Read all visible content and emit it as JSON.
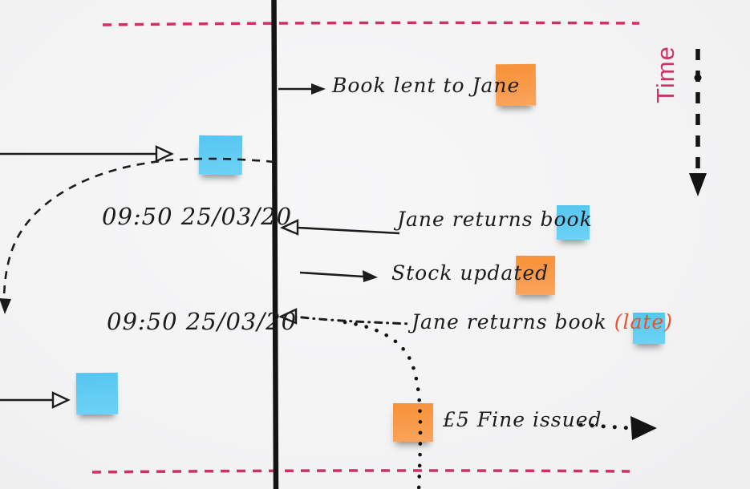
{
  "board": {
    "type": "whiteboard-timeline-diagram",
    "background_color": "#f4f4f5",
    "ink_color": "#1c1c1c",
    "accent_pink": "#d23063",
    "late_text_color": "#e8512d",
    "sticky_blue_color": "#5cc9f1",
    "sticky_orange_color": "#f89b4a"
  },
  "timeline": {
    "axis_label": "Time",
    "axis_direction_icon": "dashed-down-arrow",
    "boundaries": "pink dashed horizontal lines top and bottom"
  },
  "labels": {
    "book_lent": "Book lent to Jane",
    "timestamp_1": "09:50 25/03/20",
    "jane_returns": "Jane returns book",
    "stock_updated": "Stock updated",
    "timestamp_2": "09:50 25/03/20",
    "jane_returns_late_prefix": "Jane returns book ",
    "late_suffix": "(late)",
    "fine": "£5 Fine issued"
  },
  "stickies": [
    {
      "color_name": "orange",
      "hex": "#f89b4a",
      "near_label": "Book lent to Jane"
    },
    {
      "color_name": "blue",
      "hex": "#5cc9f1",
      "near_label": "dashed return curve (top left)"
    },
    {
      "color_name": "blue",
      "hex": "#5cc9f1",
      "near_label": "Jane returns book"
    },
    {
      "color_name": "orange",
      "hex": "#f89b4a",
      "near_label": "Stock updated"
    },
    {
      "color_name": "blue",
      "hex": "#5cc9f1",
      "near_label": "Jane returns book (late)"
    },
    {
      "color_name": "blue",
      "hex": "#5cc9f1",
      "near_label": "incoming arrow (bottom left)"
    },
    {
      "color_name": "orange",
      "hex": "#f89b4a",
      "near_label": "£5 Fine issued"
    }
  ]
}
